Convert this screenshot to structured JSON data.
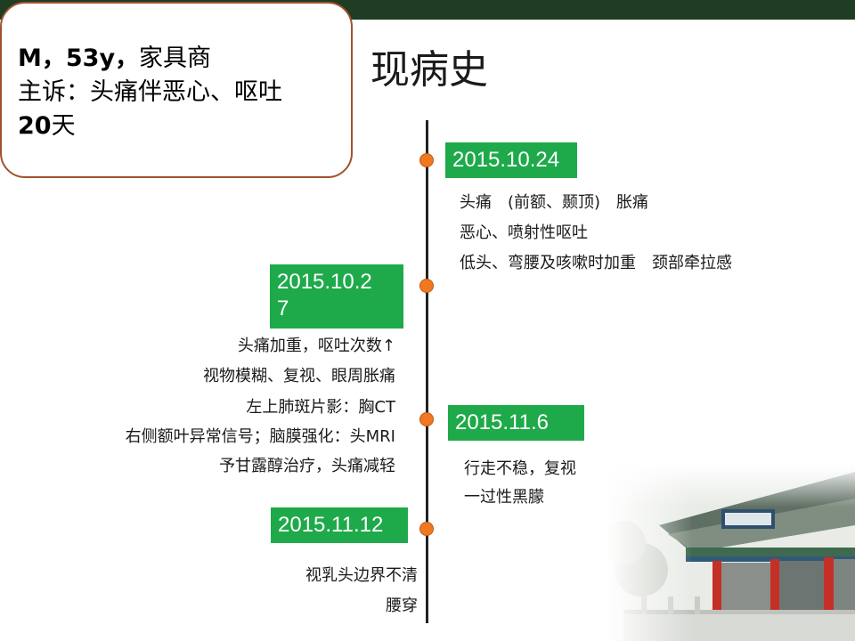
{
  "patient": {
    "line1_bold": "M，53y，",
    "line1_rest": "家具商",
    "line2": "主诉：头痛伴恶心、呕吐",
    "line3_bold": "20",
    "line3_rest": "天"
  },
  "title": "现病史",
  "events": [
    {
      "date": "2015.10.24",
      "notes": [
        "头痛　(前额、颞顶)　胀痛",
        "恶心、喷射性呕吐",
        "低头、弯腰及咳嗽时加重　颈部牵拉感"
      ]
    },
    {
      "date_line1": "2015.10.2",
      "date_line2": "7",
      "notes": [
        "头痛加重，呕吐次数↑",
        "视物模糊、复视、眼周胀痛",
        "左上肺斑片影：胸CT",
        "右侧额叶异常信号；脑膜强化：头MRI",
        "予甘露醇治疗，头痛减轻"
      ]
    },
    {
      "date": "2015.11.6",
      "notes": [
        "行走不稳，复视",
        "一过性黑朦"
      ]
    },
    {
      "date": "2015.11.12",
      "notes": [
        "视乳头边界不清",
        "腰穿"
      ]
    }
  ],
  "colors": {
    "date_box": "#1eaa4a",
    "dot": "#f07820",
    "box_border": "#a0522d",
    "top_bar": "#1e3d22"
  }
}
